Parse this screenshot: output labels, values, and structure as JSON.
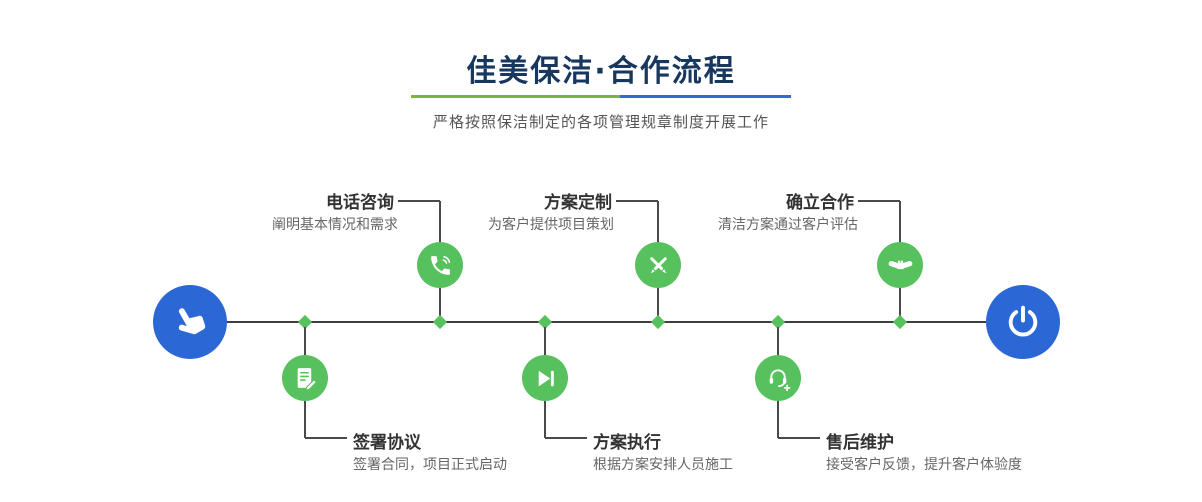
{
  "header": {
    "title": "佳美保洁·合作流程",
    "subtitle": "严格按照保洁制定的各项管理规章制度开展工作"
  },
  "steps": {
    "top": [
      {
        "title": "电话咨询",
        "desc": "阐明基本情况和需求",
        "icon": "phone-icon"
      },
      {
        "title": "方案定制",
        "desc": "为客户提供项目策划",
        "icon": "design-icon"
      },
      {
        "title": "确立合作",
        "desc": "清洁方案通过客户评估",
        "icon": "handshake-icon"
      }
    ],
    "bottom": [
      {
        "title": "签署协议",
        "desc": "签署合同，项目正式启动",
        "icon": "contract-icon"
      },
      {
        "title": "方案执行",
        "desc": "根据方案安排人员施工",
        "icon": "execute-icon"
      },
      {
        "title": "售后维护",
        "desc": "接受客户反馈，提升客户体验度",
        "icon": "support-icon"
      }
    ]
  },
  "endpoints": {
    "start_icon": "pointer-hand-icon",
    "end_icon": "power-icon"
  },
  "colors": {
    "accent_green": "#57c25d",
    "accent_blue": "#2c68d5",
    "title_blue": "#17375f",
    "divider_green": "#7fb43c",
    "divider_blue": "#2f6ad9",
    "line": "#3f3f3f"
  }
}
